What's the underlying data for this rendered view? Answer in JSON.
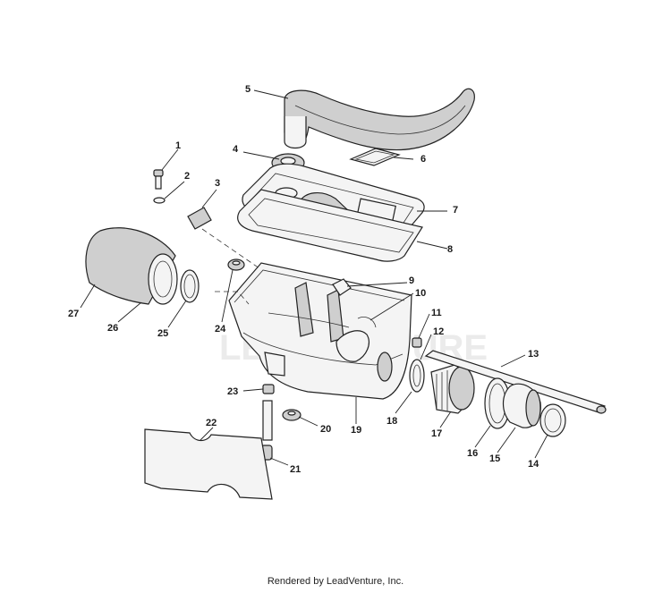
{
  "credit": "Rendered by LeadVenture, Inc.",
  "watermark": "LEADVENTURE",
  "callouts": [
    "1",
    "2",
    "3",
    "4",
    "5",
    "6",
    "7",
    "8",
    "9",
    "10",
    "11",
    "12",
    "13",
    "14",
    "15",
    "16",
    "17",
    "18",
    "19",
    "20",
    "21",
    "22",
    "23",
    "24",
    "25",
    "26",
    "27"
  ]
}
